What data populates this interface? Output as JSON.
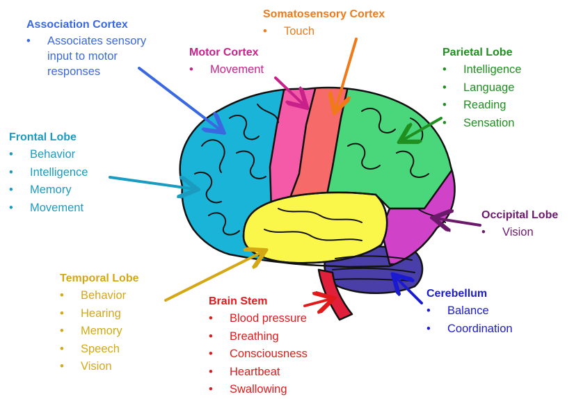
{
  "colors": {
    "association": "#3a68e0",
    "somatosensory": "#f07a1a",
    "motor": "#c8228a",
    "parietal": "#1f8f1f",
    "frontal": "#1a9bbf",
    "occipital": "#6b1a6b",
    "temporal": "#d4a812",
    "brainstem": "#e01a1a",
    "cerebellum": "#1a1ad0"
  },
  "labels": {
    "association": {
      "title": "Association Cortex",
      "items": [
        "Associates sensory input to motor responses"
      ]
    },
    "somatosensory": {
      "title": "Somatosensory Cortex",
      "items": [
        "Touch"
      ]
    },
    "motor": {
      "title": "Motor Cortex",
      "items": [
        "Movement"
      ]
    },
    "parietal": {
      "title": "Parietal Lobe",
      "items": [
        "Intelligence",
        "Language",
        "Reading",
        "Sensation"
      ]
    },
    "frontal": {
      "title": "Frontal Lobe",
      "items": [
        "Behavior",
        "Intelligence",
        "Memory",
        "Movement"
      ]
    },
    "occipital": {
      "title": "Occipital Lobe",
      "items": [
        "Vision"
      ]
    },
    "temporal": {
      "title": "Temporal Lobe",
      "items": [
        "Behavior",
        "Hearing",
        "Memory",
        "Speech",
        "Vision"
      ]
    },
    "brainstem": {
      "title": "Brain Stem",
      "items": [
        "Blood pressure",
        "Breathing",
        "Consciousness",
        "Heartbeat",
        "Swallowing"
      ]
    },
    "cerebellum": {
      "title": "Cerebellum",
      "items": [
        "Balance",
        "Coordination"
      ]
    }
  }
}
